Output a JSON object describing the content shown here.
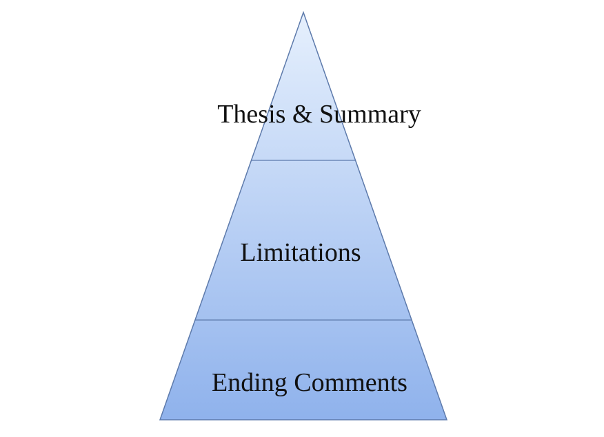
{
  "pyramid": {
    "tiers": [
      {
        "label": "Thesis & Summary"
      },
      {
        "label": "Limitations"
      },
      {
        "label": "Ending Comments"
      }
    ],
    "colors": {
      "fill_top": "#e6f0fd",
      "fill_bottom": "#8fb2ec",
      "outline": "#5d7aab"
    }
  }
}
